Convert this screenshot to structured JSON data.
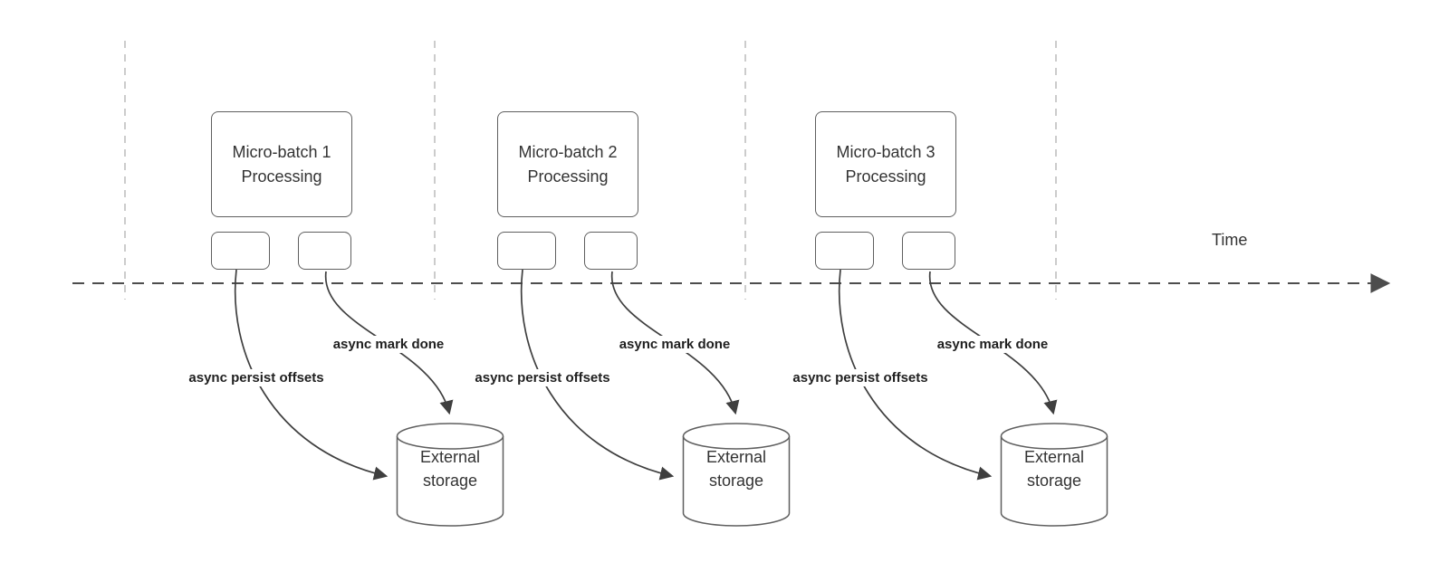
{
  "diagram": {
    "time_label": "Time",
    "groups": [
      {
        "box_line1": "Micro-batch 1",
        "box_line2": "Processing",
        "persist_label": "async persist offsets",
        "done_label": "async mark done",
        "storage_line1": "External",
        "storage_line2": "storage"
      },
      {
        "box_line1": "Micro-batch 2",
        "box_line2": "Processing",
        "persist_label": "async persist offsets",
        "done_label": "async mark done",
        "storage_line1": "External",
        "storage_line2": "storage"
      },
      {
        "box_line1": "Micro-batch 3",
        "box_line2": "Processing",
        "persist_label": "async persist offsets",
        "done_label": "async mark done",
        "storage_line1": "External",
        "storage_line2": "storage"
      }
    ],
    "colors": {
      "box_border": "#5f5f5f",
      "arrow": "#3f3f3f",
      "gridline": "#bbbbbb",
      "axis": "#4d4d4d",
      "text": "#333333"
    }
  }
}
